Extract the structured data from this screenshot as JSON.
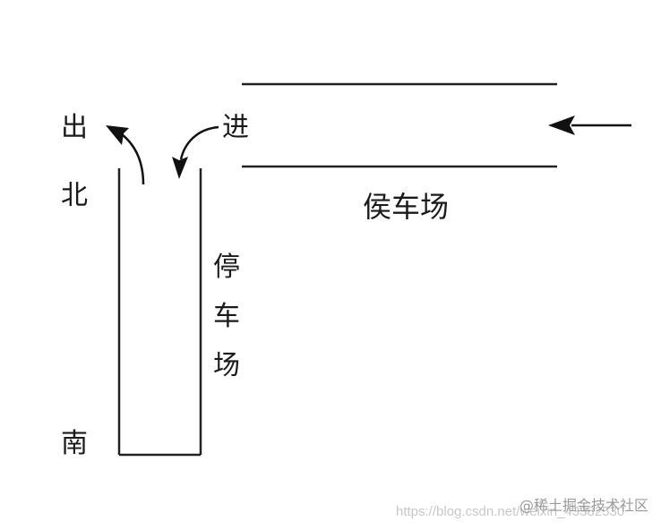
{
  "labels": {
    "exit": "出",
    "enter": "进",
    "north": "北",
    "south": "南",
    "waiting_area": "侯车场",
    "parking_lot": [
      "停",
      "车",
      "场"
    ]
  },
  "watermark": {
    "url": "https://blog.csdn.net/weixin_43382530",
    "brand": "@稀土掘金技术社区"
  }
}
